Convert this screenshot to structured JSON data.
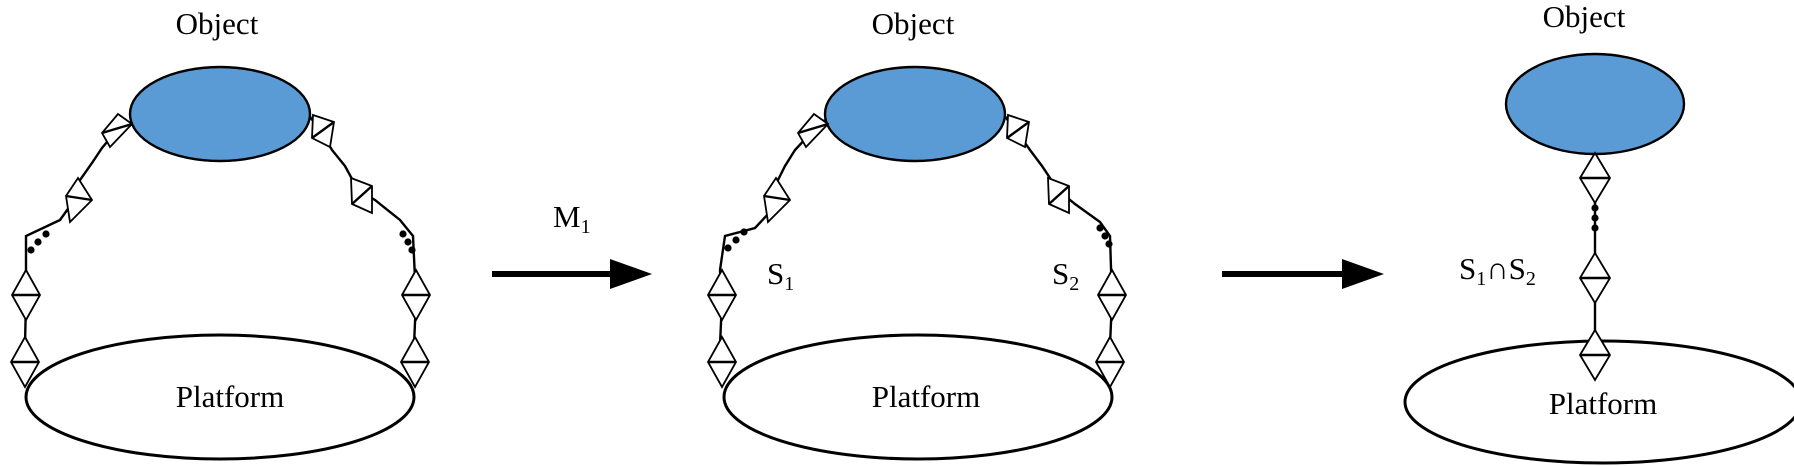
{
  "panels": [
    {
      "object_label": "Object",
      "platform_label": "Platform"
    },
    {
      "object_label": "Object",
      "platform_label": "Platform",
      "left_chain": {
        "main": "S",
        "sub": "1"
      },
      "right_chain": {
        "main": "S",
        "sub": "2"
      }
    },
    {
      "object_label": "Object",
      "platform_label": "Platform",
      "chain": {
        "a_main": "S",
        "a_sub": "1",
        "op": "∩",
        "b_main": "S",
        "b_sub": "2"
      }
    }
  ],
  "arrows": [
    {
      "label_main": "M",
      "label_sub": "1"
    },
    {
      "label_main": "",
      "label_sub": ""
    }
  ],
  "colors": {
    "object_fill": "#5b9bd5",
    "platform_fill": "#ffffff",
    "stroke": "#000000"
  }
}
